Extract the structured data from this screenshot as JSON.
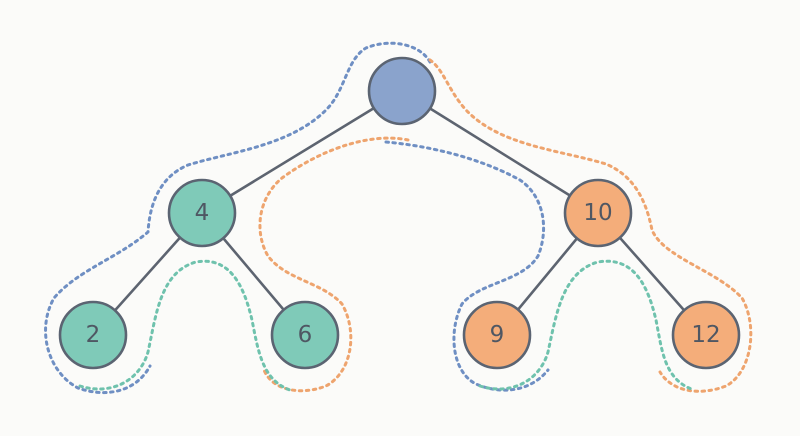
{
  "diagram": {
    "colors": {
      "root": "#8aa3cc",
      "left_subtree": "#7fcab8",
      "right_subtree": "#f4ad7a",
      "edge": "#5d6470",
      "outline_blue": "#6f8fc3",
      "outline_orange": "#eea46e",
      "outline_green": "#6fc2ad"
    },
    "nodes": [
      {
        "id": "root",
        "label": "",
        "color": "#8aa3cc"
      },
      {
        "id": "n4",
        "label": "4",
        "color": "#7fcab8"
      },
      {
        "id": "n10",
        "label": "10",
        "color": "#f4ad7a"
      },
      {
        "id": "n2",
        "label": "2",
        "color": "#7fcab8"
      },
      {
        "id": "n6",
        "label": "6",
        "color": "#7fcab8"
      },
      {
        "id": "n9",
        "label": "9",
        "color": "#f4ad7a"
      },
      {
        "id": "n12",
        "label": "12",
        "color": "#f4ad7a"
      }
    ],
    "edges": [
      {
        "from": "root",
        "to": "n4"
      },
      {
        "from": "root",
        "to": "n10"
      },
      {
        "from": "n4",
        "to": "n2"
      },
      {
        "from": "n4",
        "to": "n6"
      },
      {
        "from": "n10",
        "to": "n9"
      },
      {
        "from": "n10",
        "to": "n12"
      }
    ]
  }
}
